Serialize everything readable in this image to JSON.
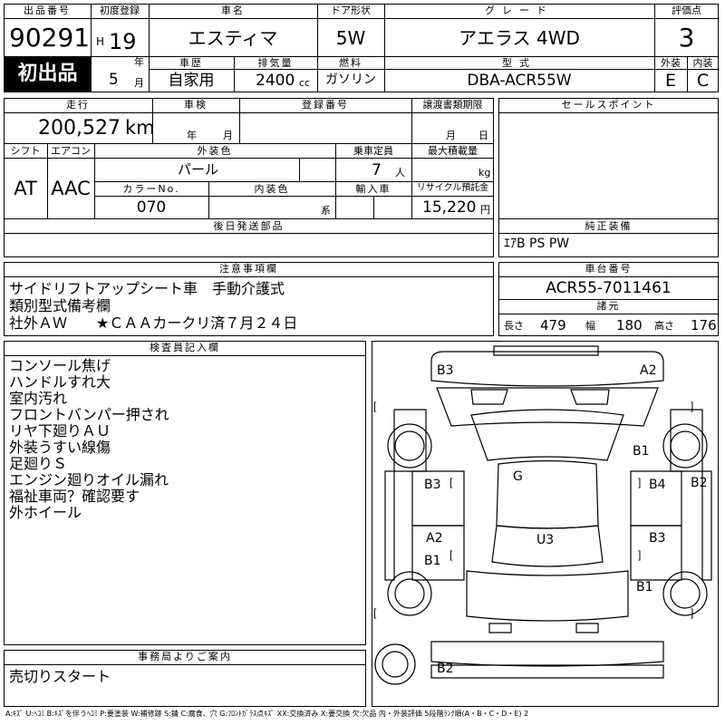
{
  "header": {
    "lot_no_label": "出品番号",
    "lot_no": "90291",
    "first_listing_badge": "初出品",
    "first_reg_label": "初度登録",
    "era_prefix": "H",
    "year": "19",
    "year_unit": "年",
    "month": "5",
    "month_unit": "月",
    "car_name_label": "車名",
    "car_name": "エスティマ",
    "door_label": "ドア形状",
    "door": "5W",
    "grade_label": "グレード",
    "grade": "アエラス 4WD",
    "score_label": "評価点",
    "score": "3",
    "history_label": "車歴",
    "history": "自家用",
    "displacement_label": "排気量",
    "displacement": "2400",
    "displacement_unit": "cc",
    "fuel_label": "燃料",
    "fuel": "ガソリン",
    "model_label": "型式",
    "model": "DBA-ACR55W",
    "exterior_label": "外装",
    "interior_label": "内装",
    "exterior_grade": "E",
    "interior_grade": "C"
  },
  "specs": {
    "mileage_label": "走行",
    "mileage": "200,527",
    "mileage_unit": "km",
    "inspection_label": "車検",
    "inspection_year_unit": "年",
    "inspection_month_unit": "月",
    "reg_no_label": "登録番号",
    "transfer_label": "譲渡書類期限",
    "transfer_month_unit": "月",
    "transfer_day_unit": "日",
    "shift_label": "シフト",
    "shift": "AT",
    "ac_label": "エアコン",
    "ac": "AAC",
    "color_label": "外装色",
    "color": "パール",
    "color_no_label": "カラーNo.",
    "color_no": "070",
    "interior_color_label": "内装色",
    "interior_color_unit": "系",
    "capacity_label": "乗車定員",
    "capacity": "7",
    "capacity_unit": "人",
    "max_load_label": "最大積載量",
    "max_load_unit": "kg",
    "import_label": "輸入車",
    "recycle_label": "リサイクル預託金",
    "recycle": "15,220",
    "recycle_unit": "円",
    "later_parts_label": "後日発送部品",
    "sales_point_label": "セールスポイント",
    "genuine_label": "純正装備",
    "genuine": "ｴｱB PS PW"
  },
  "notes": {
    "label": "注意事項欄",
    "lines": [
      "サイドリフトアップシート車　手動介護式",
      "類別型式備考欄",
      "社外ＡＷ　　★ＣＡＡカークリ済７月２４日"
    ]
  },
  "chassis": {
    "label": "車台番号",
    "value": "ACR55-7011461",
    "dims_label": "諸元",
    "length_label": "長さ",
    "length": "479",
    "width_label": "幅",
    "width": "180",
    "height_label": "高さ",
    "height": "176"
  },
  "inspector": {
    "label": "検査員記入欄",
    "lines": [
      "コンソール焦げ",
      "ハンドルすれ大",
      "室内汚れ",
      "フロントバンパー押され",
      "リヤ下廻りＡＵ",
      "外装うすい線傷",
      "足廻りＳ",
      "エンジン廻りオイル漏れ",
      "福祉車両？確認要す",
      "外ホイール"
    ]
  },
  "damage_map": {
    "marks": [
      "B3",
      "A2",
      "G",
      "B1",
      "B3",
      "B4",
      "B2",
      "A2",
      "B1",
      "U3",
      "B3",
      "B1",
      "B2"
    ]
  },
  "office": {
    "label": "事務局よりご案内",
    "text": "売切りスタート"
  },
  "legend": "A:ｷｽﾞ U:ﾍｺﾐ B:ｷｽﾞを伴うﾍｺﾐ P:要塗装 W:補修跡 S:錆 C:腐食、穴 G:ﾌﾛﾝﾄｶﾞﾗｽ点ｷｽﾞ XX:交換済み X:要交換 欠:欠品 内・外装評価 5段階ﾗﾝｸ順(A・B・C・D・E) 2"
}
